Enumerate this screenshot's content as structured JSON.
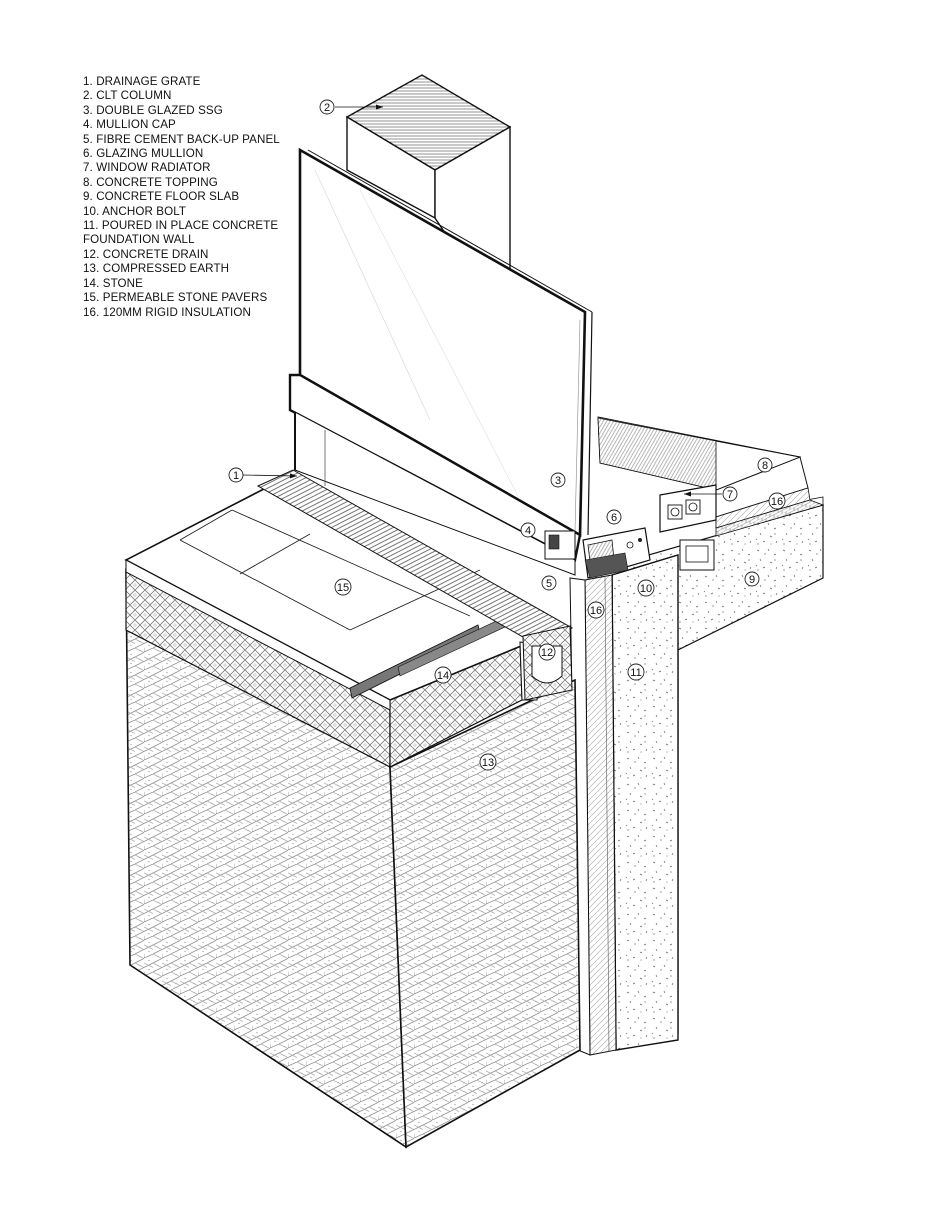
{
  "legend": {
    "items": [
      "1. DRAINAGE GRATE",
      "2. CLT COLUMN",
      "3. DOUBLE GLAZED SSG",
      "4. MULLION CAP",
      "5. FIBRE CEMENT BACK-UP PANEL",
      "6. GLAZING MULLION",
      "7. WINDOW RADIATOR",
      "8. CONCRETE TOPPING",
      "9. CONCRETE FLOOR SLAB",
      "10. ANCHOR BOLT",
      "11. POURED IN PLACE CONCRETE FOUNDATION WALL",
      "12. CONCRETE DRAIN",
      "13. COMPRESSED EARTH",
      "14. STONE",
      "15. PERMEABLE STONE PAVERS",
      "16. 120mm RIGID INSULATION"
    ]
  },
  "callouts": {
    "c1": "1",
    "c2": "2",
    "c3": "3",
    "c4": "4",
    "c5": "5",
    "c6": "6",
    "c7": "7",
    "c8": "8",
    "c9": "9",
    "c10": "10",
    "c11": "11",
    "c12": "12",
    "c13": "13",
    "c14": "14",
    "c15": "15",
    "c16a": "16",
    "c16b": "16"
  }
}
